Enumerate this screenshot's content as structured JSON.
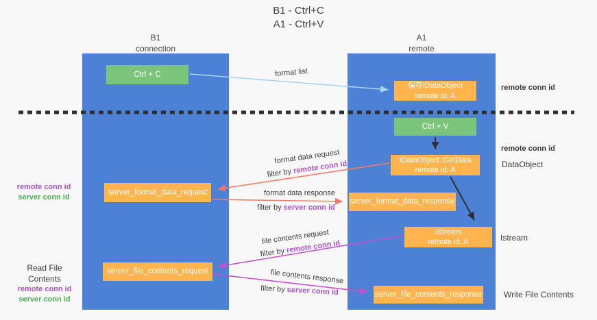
{
  "title": {
    "line1": "B1 - Ctrl+C",
    "line2": "A1 - Ctrl+V"
  },
  "columns": {
    "left": {
      "name": "B1",
      "role": "connection"
    },
    "right": {
      "name": "A1",
      "role": "remote"
    }
  },
  "boxes": {
    "ctrl_c": "Ctrl + C",
    "save_idataobject": {
      "line1": "保存IDataObject",
      "line2": "remote id: A"
    },
    "ctrl_v": "Ctrl + V",
    "getdata": {
      "line1": "IDataObject::GetData",
      "line2": "remote id: A"
    },
    "format_request": "server_format_data_request",
    "format_response": "server_format_data_response",
    "istream": {
      "line1": "IStream",
      "line2": "remote id: A"
    },
    "file_request": "server_file_contents_request",
    "file_response": "server_file_contents_response"
  },
  "labels": {
    "format_list": "format list",
    "format_data_request": "format data request",
    "format_data_response": "format data response",
    "file_contents_request": "file contents request",
    "file_contents_response": "file contents response",
    "filter_by": "filter by",
    "remote_conn_id": "remote conn id",
    "server_conn_id": "server conn id"
  },
  "side_labels": {
    "remote_conn_id": "remote conn id",
    "server_conn_id": "server conn id",
    "dataobject": "DataObject",
    "istream": "Istream",
    "read_file_contents": "Read File Contents",
    "write_file_contents": "Write File Contents"
  },
  "colors": {
    "column_blue": "#4D81D6",
    "box_green": "#7BC47B",
    "box_orange": "#FFB44E",
    "arrow_lightblue": "#A8D3F0",
    "arrow_black": "#2F2F2F",
    "arrow_salmon": "#F4796B",
    "arrow_magenta": "#C94FC9",
    "text_purple": "#A852C8",
    "text_green": "#4CAF50"
  }
}
